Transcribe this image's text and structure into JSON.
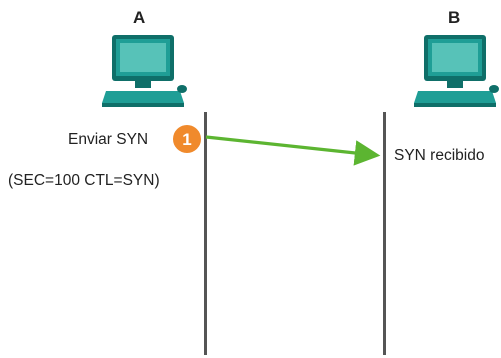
{
  "hosts": {
    "a": {
      "name": "A",
      "icon": "computer-icon"
    },
    "b": {
      "name": "B",
      "icon": "computer-icon"
    }
  },
  "steps": [
    {
      "number": "1",
      "action_label": "Enviar SYN",
      "detail_label": "(SEC=100 CTL=SYN)",
      "received_label": "SYN recibido"
    }
  ],
  "colors": {
    "computer_teal": "#1f9e96",
    "computer_dark": "#0f6f69",
    "screen": "#57c2b8",
    "arrow_green": "#5cb531",
    "step_badge": "#f08a2c",
    "timeline": "#555555"
  }
}
